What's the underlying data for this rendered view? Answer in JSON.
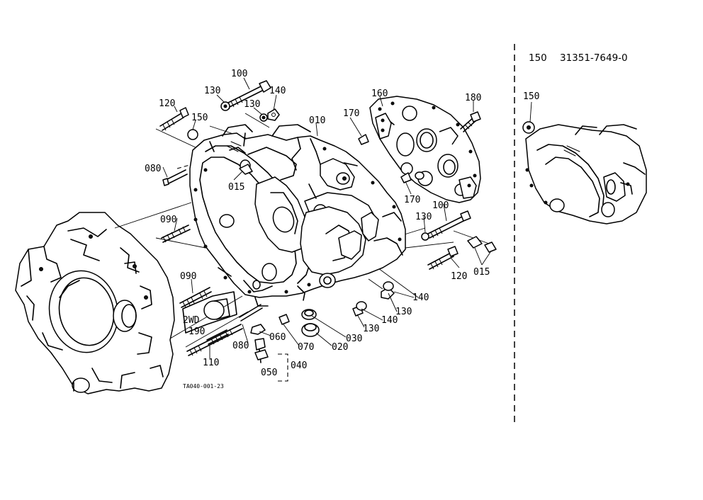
{
  "header": {
    "ref_number": "150",
    "part_number": "31351-7649-0"
  },
  "figure_code": "TA040-001-23",
  "box_label": "2WD",
  "labels": {
    "l100_top": "100",
    "l130_top": "130",
    "l140_top": "140",
    "l130_mid": "130",
    "l120_top": "120",
    "l150": "150",
    "l010": "010",
    "l170_top": "170",
    "l160": "160",
    "l180": "180",
    "l080_top": "080",
    "l015_mid": "015",
    "l170_mid": "170",
    "l130_right": "130",
    "l100_right": "100",
    "l090_mid": "090",
    "l120_right": "120",
    "l015_right": "015",
    "l090_low": "090",
    "l140_a": "140",
    "l130_b": "130",
    "l140_b": "140",
    "l130_c": "130",
    "l190": "190",
    "l060": "060",
    "l070": "070",
    "l020": "020",
    "l030": "030",
    "l080_low": "080",
    "l110": "110",
    "l040": "040",
    "l050": "050",
    "l150_inset": "150"
  }
}
